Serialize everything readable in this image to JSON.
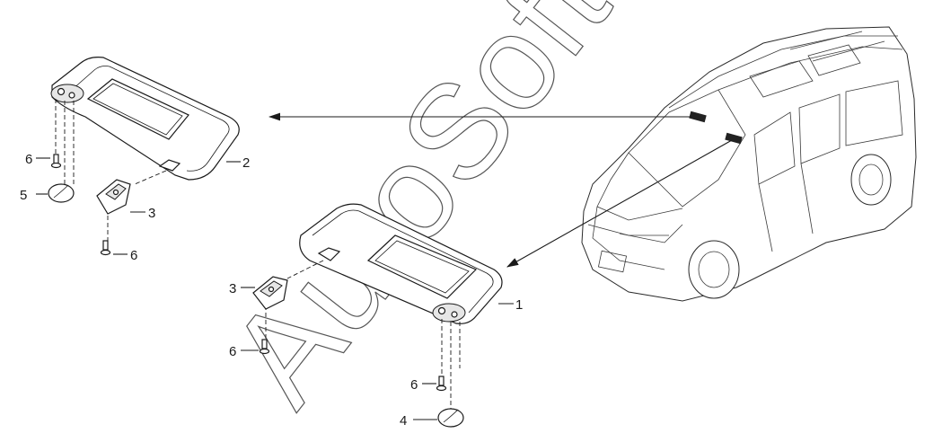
{
  "watermark": "AutoSoft",
  "callouts": {
    "c1": "1",
    "c2": "2",
    "c3a": "3",
    "c3b": "3",
    "c4": "4",
    "c5": "5",
    "c6a": "6",
    "c6b": "6",
    "c6c": "6",
    "c6d": "6"
  },
  "colors": {
    "line": "#1a1a1a",
    "highlight": "#222222"
  }
}
